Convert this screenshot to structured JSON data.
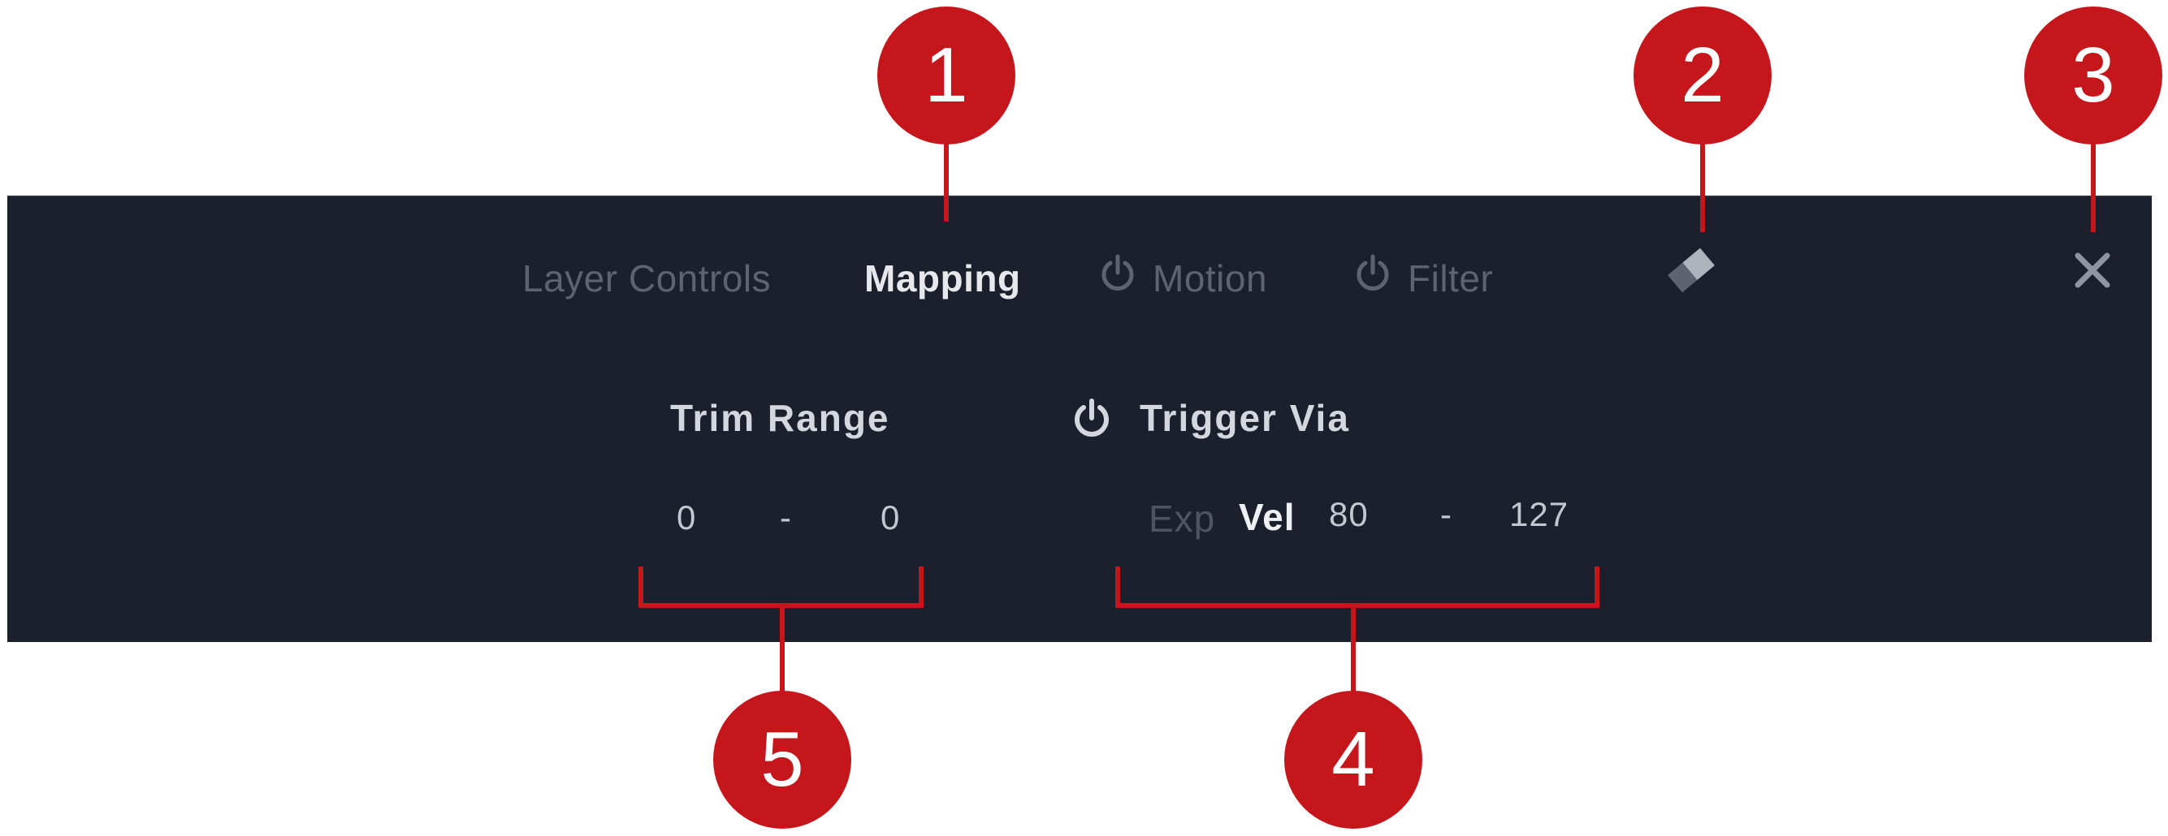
{
  "tabs": [
    {
      "label": "Layer Controls",
      "active": false,
      "has_power": false
    },
    {
      "label": "Mapping",
      "active": true,
      "has_power": false
    },
    {
      "label": "Motion",
      "active": false,
      "has_power": true
    },
    {
      "label": "Filter",
      "active": false,
      "has_power": true
    }
  ],
  "icons": {
    "clear": "eraser-icon",
    "close": "close-icon",
    "power": "power-icon"
  },
  "trim_range": {
    "title": "Trim Range",
    "start": "0",
    "separator": "-",
    "end": "0"
  },
  "trigger_via": {
    "title": "Trigger Via",
    "option_exp": "Exp",
    "option_vel": "Vel",
    "low": "80",
    "separator": "-",
    "high": "127"
  },
  "callouts": [
    "1",
    "2",
    "3",
    "4",
    "5"
  ],
  "colors": {
    "panel_bg": "#1b202c",
    "callout_red": "#c5161c",
    "text_active": "#e6e8ec",
    "text_dim": "#5d6371"
  }
}
